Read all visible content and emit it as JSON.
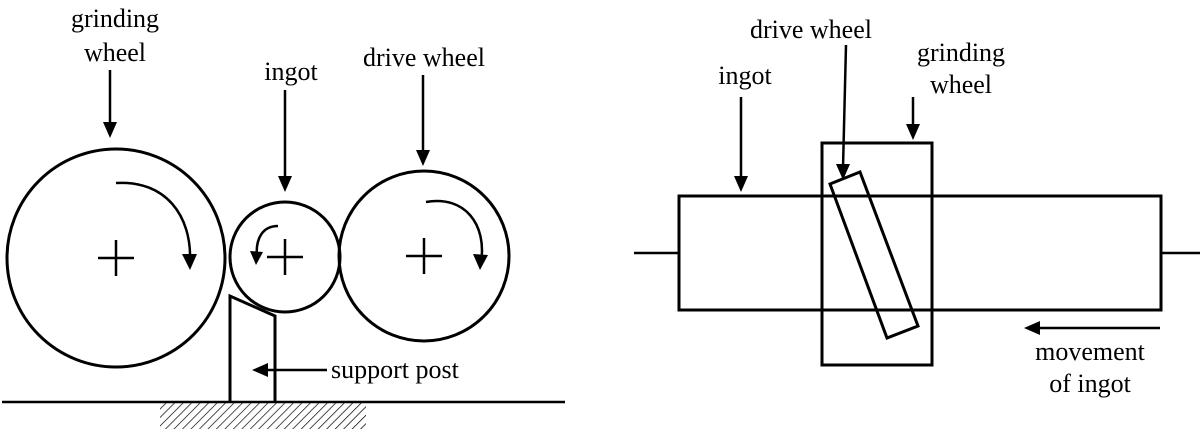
{
  "left_view": {
    "grinding_wheel_label_1": "grinding",
    "grinding_wheel_label_2": "wheel",
    "ingot_label": "ingot",
    "drive_wheel_label": "drive wheel",
    "support_post_label": "support post"
  },
  "right_view": {
    "drive_wheel_label": "drive wheel",
    "grinding_wheel_label_1": "grinding",
    "grinding_wheel_label_2": "wheel",
    "ingot_label": "ingot",
    "movement_label_1": "movement",
    "movement_label_2": "of ingot"
  },
  "colors": {
    "ink": "#000000",
    "background": "#ffffff"
  }
}
